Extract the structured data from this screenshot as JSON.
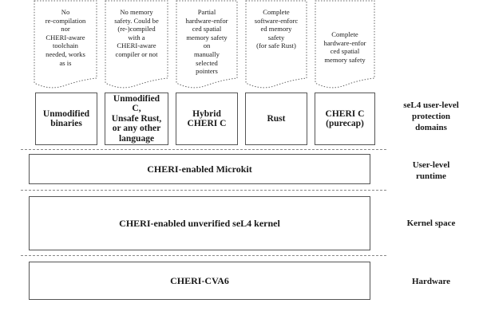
{
  "protection_domains": [
    {
      "label": "Unmodified\nbinaries",
      "callout": "No\nre-compilation\nnor\nCHERI-aware\ntoolchain\nneeded, works\nas is"
    },
    {
      "label": "Unmodified\nC,\nUnsafe Rust,\nor any other\nlanguage",
      "callout": "No memory\nsafety. Could be\n(re-)compiled\nwith a\nCHERI-aware\ncompiler or not"
    },
    {
      "label": "Hybrid\nCHERI C",
      "callout": "Partial\nhardware-enfor\nced spatial\nmemory safety\non\nmanually\nselected\npointers"
    },
    {
      "label": "Rust",
      "callout": "Complete\nsoftware-enforc\ned memory\nsafety\n(for safe Rust)"
    },
    {
      "label": "CHERI C\n(purecap)",
      "callout": "Complete\nhardware-enfor\nced spatial\nmemory safety"
    }
  ],
  "layers": {
    "runtime": "CHERI-enabled Microkit",
    "kernel": "CHERI-enabled unverified seL4 kernel",
    "hardware": "CHERI-CVA6"
  },
  "side_labels": {
    "domains": "seL4 user-level\nprotection\ndomains",
    "runtime": "User-level\nruntime",
    "kernel": "Kernel space",
    "hardware": "Hardware"
  }
}
